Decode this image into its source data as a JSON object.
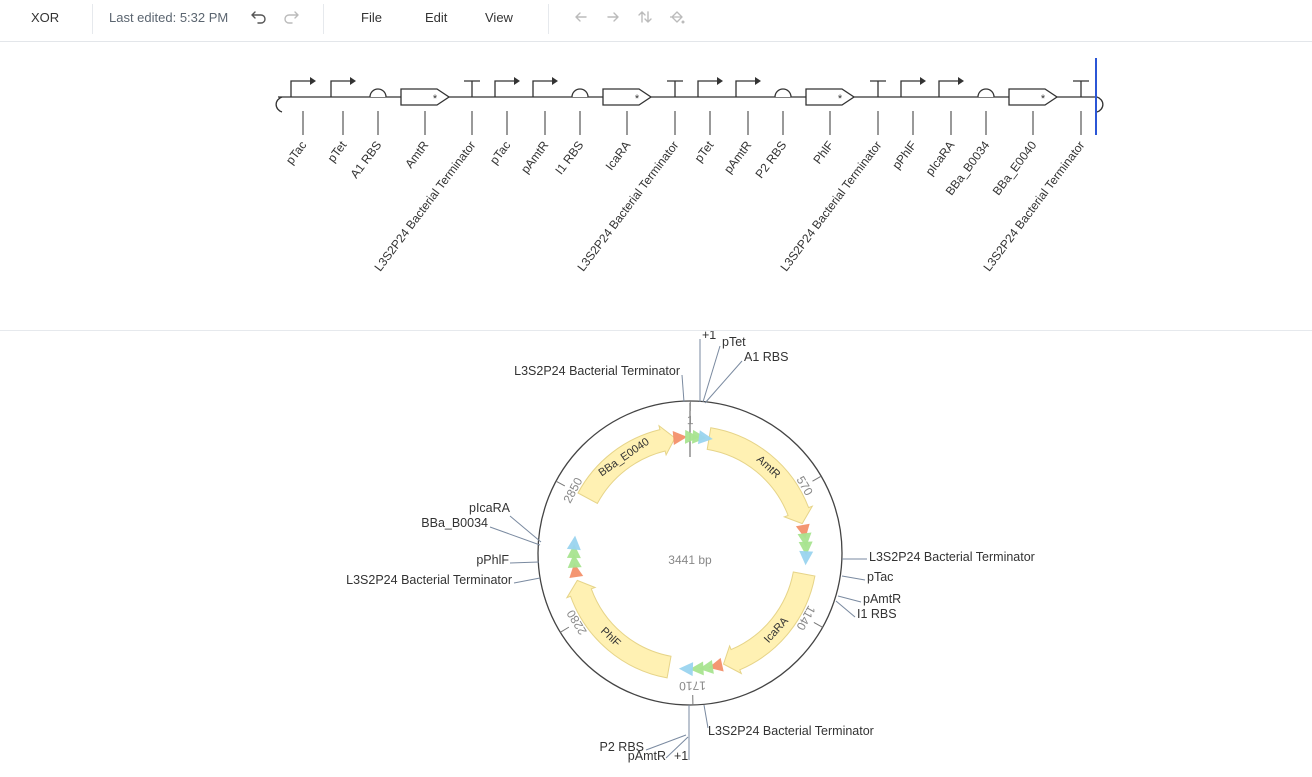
{
  "toolbar": {
    "title": "XOR",
    "status": "Last edited: 5:32 PM",
    "menus": [
      "File",
      "Edit",
      "View"
    ]
  },
  "icons": [
    "undo-icon",
    "redo-icon",
    "arrow-left-icon",
    "arrow-right-icon",
    "swap-vertical-icon",
    "paint-bucket-icon"
  ],
  "colors": {
    "feature_fill": "#fff1b3",
    "feature_stroke": "#e6d489",
    "promoter_green": "#a8e48f",
    "terminator_orange": "#f3906a",
    "rbs_blue": "#9ad4ef",
    "cursor_blue": "#2b56d6"
  },
  "linear_map": {
    "parts": [
      {
        "kind": "promoter",
        "label": "pTac"
      },
      {
        "kind": "promoter",
        "label": "pTet"
      },
      {
        "kind": "rbs",
        "label": "A1 RBS"
      },
      {
        "kind": "cds",
        "label": "AmtR"
      },
      {
        "kind": "terminator",
        "label": "L3S2P24 Bacterial Terminator"
      },
      {
        "kind": "promoter",
        "label": "pTac"
      },
      {
        "kind": "promoter",
        "label": "pAmtR"
      },
      {
        "kind": "rbs",
        "label": "I1 RBS"
      },
      {
        "kind": "cds",
        "label": "IcaRA"
      },
      {
        "kind": "terminator",
        "label": "L3S2P24 Bacterial Terminator"
      },
      {
        "kind": "promoter",
        "label": "pTet"
      },
      {
        "kind": "promoter",
        "label": "pAmtR"
      },
      {
        "kind": "rbs",
        "label": "P2 RBS"
      },
      {
        "kind": "cds",
        "label": "PhlF"
      },
      {
        "kind": "terminator",
        "label": "L3S2P24 Bacterial Terminator"
      },
      {
        "kind": "promoter",
        "label": "pPhlF"
      },
      {
        "kind": "promoter",
        "label": "pIcaRA"
      },
      {
        "kind": "rbs",
        "label": "BBa_B0034"
      },
      {
        "kind": "cds",
        "label": "BBa_E0040"
      },
      {
        "kind": "terminator",
        "label": "L3S2P24 Bacterial Terminator"
      }
    ]
  },
  "circular_map": {
    "length_label": "3441 bp",
    "ticks": [
      "1",
      "570",
      "1140",
      "1710",
      "2280",
      "2850"
    ],
    "features": [
      "AmtR",
      "IcaRA",
      "PhlF",
      "BBa_E0040"
    ],
    "labels": [
      "+1",
      "pTet",
      "A1 RBS",
      "L3S2P24 Bacterial Terminator",
      "pIcaRA",
      "BBa_B0034",
      "pPhlF",
      "L3S2P24 Bacterial Terminator",
      "L3S2P24 Bacterial Terminator",
      "pTac",
      "pAmtR",
      "I1 RBS",
      "L3S2P24 Bacterial Terminator",
      "P2 RBS",
      "pAmtR",
      "+1"
    ]
  }
}
